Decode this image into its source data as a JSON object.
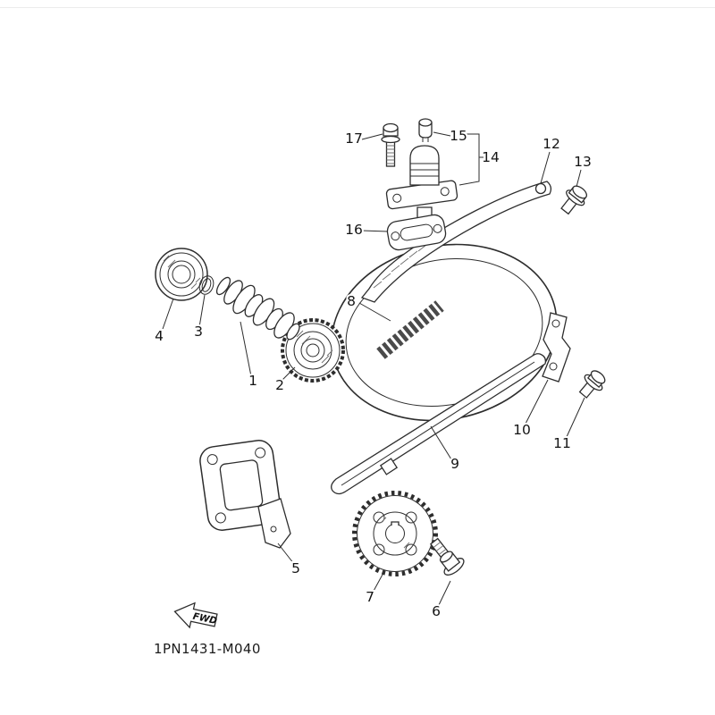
{
  "diagram": {
    "code": "1PN1431-M040",
    "fwd": "FWD"
  },
  "labels": {
    "n1": "1",
    "n2": "2",
    "n3": "3",
    "n4": "4",
    "n5": "5",
    "n6": "6",
    "n7": "7",
    "n8": "8",
    "n9": "9",
    "n10": "10",
    "n11": "11",
    "n12": "12",
    "n13": "13",
    "n14": "14",
    "n15": "15",
    "n16": "16",
    "n17": "17"
  },
  "colors": {
    "ink": "#2d2d2d",
    "background": "#ffffff"
  }
}
